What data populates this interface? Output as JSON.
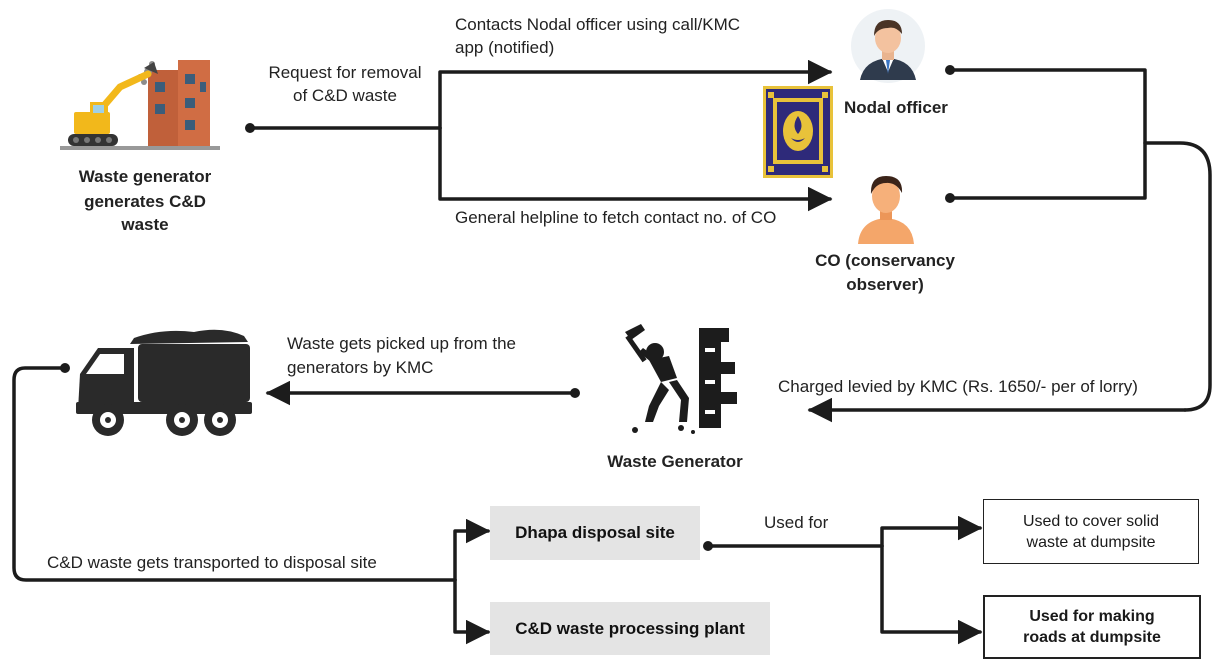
{
  "nodes": {
    "generator_top": {
      "title": "Waste generator",
      "line2": "generates C&D",
      "line3": "waste"
    },
    "nodal_officer": {
      "title": "Nodal officer"
    },
    "conservancy_observer": {
      "line1": "CO (conservancy",
      "line2": "observer)"
    },
    "generator_bottom": {
      "title": "Waste Generator"
    },
    "dhapa": {
      "label": "Dhapa disposal site"
    },
    "processing_plant": {
      "label": "C&D waste processing plant"
    },
    "cover_solid": {
      "line1": "Used to cover solid",
      "line2": "waste at dumpsite"
    },
    "roads": {
      "line1": "Used for making",
      "line2": "roads at dumpsite"
    }
  },
  "edges": {
    "request": {
      "line1": "Request for removal",
      "line2": "of C&D waste"
    },
    "contacts_nodal": {
      "line1": "Contacts Nodal officer using call/KMC",
      "line2": "app (notified)"
    },
    "helpline": {
      "label": "General helpline to fetch contact no. of CO"
    },
    "charged": {
      "label": "Charged levied by KMC (Rs. 1650/- per of lorry)"
    },
    "picked_up": {
      "line1": "Waste gets picked up from the",
      "line2": "generators by KMC"
    },
    "transported": {
      "label": "C&D waste gets transported to disposal site"
    },
    "used_for": {
      "label": "Used for"
    }
  },
  "icons": [
    "excavator-icon",
    "officer-avatar-icon",
    "kmc-seal-icon",
    "observer-avatar-icon",
    "dump-truck-icon",
    "worker-hammer-icon"
  ],
  "colors": {
    "line": "#1c1c1c",
    "box_fill": "#e4e4e4",
    "excavator": "#f2b81b",
    "building": "#c0603a",
    "seal": "#2e2a7a",
    "seal_accent": "#e8c23a",
    "skin": "#f4a66a"
  }
}
